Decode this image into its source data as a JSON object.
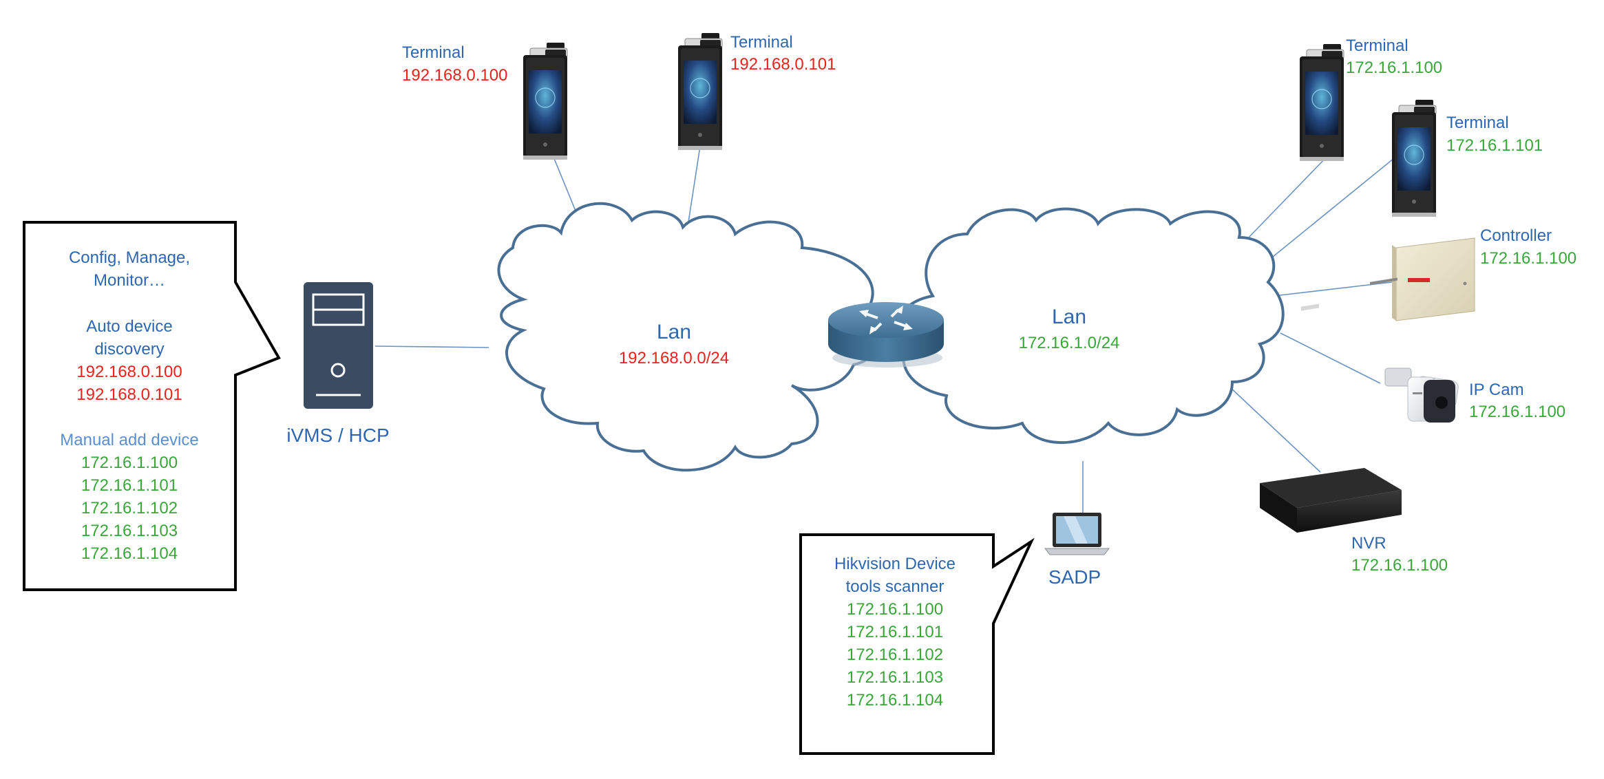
{
  "colors": {
    "blue": "#2e67b0",
    "light_blue": "#5b8fce",
    "red": "#e8231d",
    "green": "#3aa63a",
    "cloud_stroke": "#4a6f95",
    "router": "#3e6e93"
  },
  "left_cloud": {
    "title": "Lan",
    "subnet": "192.168.0.0/24"
  },
  "right_cloud": {
    "title": "Lan",
    "subnet": "172.16.1.0/24"
  },
  "terminal_1": {
    "label": "Terminal",
    "ip": "192.168.0.100"
  },
  "terminal_2": {
    "label": "Terminal",
    "ip": "192.168.0.101"
  },
  "terminal_3": {
    "label": "Terminal",
    "ip": "172.16.1.100"
  },
  "terminal_4": {
    "label": "Terminal",
    "ip": "172.16.1.101"
  },
  "controller": {
    "label": "Controller",
    "ip": "172.16.1.100"
  },
  "ip_cam": {
    "label": "IP Cam",
    "ip": "172.16.1.100"
  },
  "nvr": {
    "label": "NVR",
    "ip": "172.16.1.100"
  },
  "server": {
    "label": "iVMS / HCP"
  },
  "laptop": {
    "label": "SADP"
  },
  "ivms_callout": {
    "line1": "Config, Manage,",
    "line2": "Monitor…",
    "auto_1": "Auto device",
    "auto_2": "discovery",
    "auto_ips": [
      "192.168.0.100",
      "192.168.0.101"
    ],
    "manual_title": "Manual add device",
    "manual_ips": [
      "172.16.1.100",
      "172.16.1.101",
      "172.16.1.102",
      "172.16.1.103",
      "172.16.1.104"
    ]
  },
  "sadp_callout": {
    "title_1": "Hikvision Device",
    "title_2": "tools scanner",
    "ips": [
      "172.16.1.100",
      "172.16.1.101",
      "172.16.1.102",
      "172.16.1.103",
      "172.16.1.104"
    ]
  },
  "icons": {
    "terminal": "face-recognition-terminal-icon",
    "server": "server-tower-icon",
    "router": "router-icon",
    "laptop": "laptop-icon",
    "controller": "access-controller-icon",
    "camera": "bullet-camera-icon",
    "nvr": "nvr-recorder-icon"
  }
}
